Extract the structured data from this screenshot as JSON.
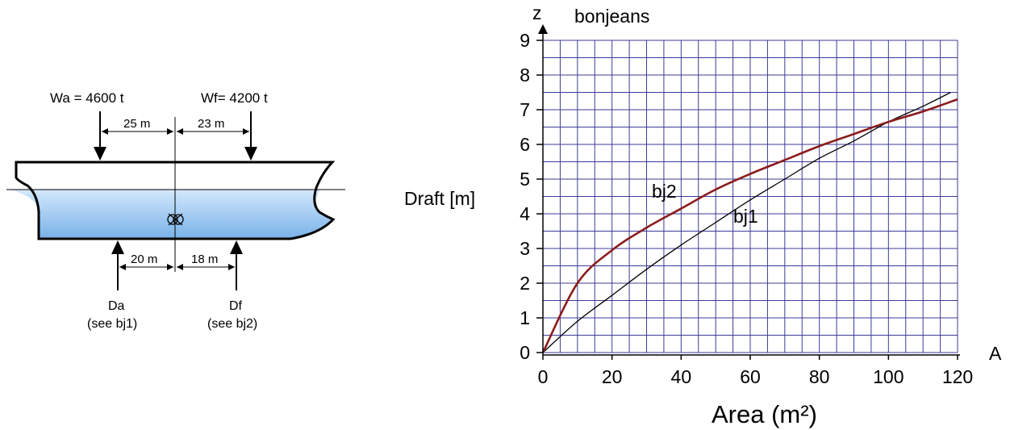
{
  "ship_diagram": {
    "loads": {
      "aft": "Wa = 4600 t",
      "fwd": "Wf= 4200 t",
      "aft_arm": "25 m",
      "fwd_arm": "23 m"
    },
    "reactions": {
      "aft_arm": "20 m",
      "fwd_arm": "18 m",
      "aft_label": "Da",
      "aft_note": "(see bj1)",
      "fwd_label": "Df",
      "fwd_note": "(see bj2)"
    },
    "colors": {
      "water_top": "#cfe4fb",
      "water_bottom": "#7db6ea",
      "hull": "#000000"
    }
  },
  "chart_data": {
    "type": "line",
    "title": "bonjeans",
    "y_axis_letter": "z",
    "x_axis_letter": "A",
    "ylabel": "Draft [m]",
    "xlabel": "Area (m²)",
    "xlim": [
      0,
      120
    ],
    "ylim": [
      0,
      9
    ],
    "x_ticks": [
      "0",
      "20",
      "40",
      "60",
      "80",
      "100",
      "120"
    ],
    "y_ticks": [
      "0",
      "1",
      "2",
      "3",
      "4",
      "5",
      "6",
      "7",
      "8",
      "9"
    ],
    "grid": true,
    "grid_color": "#3b3b9a",
    "series": [
      {
        "name": "bj1",
        "color": "#000000",
        "x": [
          0,
          10,
          20,
          30,
          40,
          50,
          60,
          70,
          80,
          90,
          100,
          110,
          118
        ],
        "y": [
          0,
          0.9,
          1.65,
          2.4,
          3.1,
          3.75,
          4.4,
          5.0,
          5.6,
          6.1,
          6.65,
          7.1,
          7.5
        ]
      },
      {
        "name": "bj2",
        "color": "#8b1c1c",
        "x": [
          0,
          10,
          20,
          30,
          40,
          50,
          60,
          70,
          80,
          90,
          100,
          110,
          120
        ],
        "y": [
          0,
          2.0,
          2.95,
          3.6,
          4.15,
          4.7,
          5.15,
          5.55,
          5.95,
          6.3,
          6.65,
          6.95,
          7.3
        ]
      }
    ],
    "annotations": [
      "bj2",
      "bj1"
    ]
  }
}
